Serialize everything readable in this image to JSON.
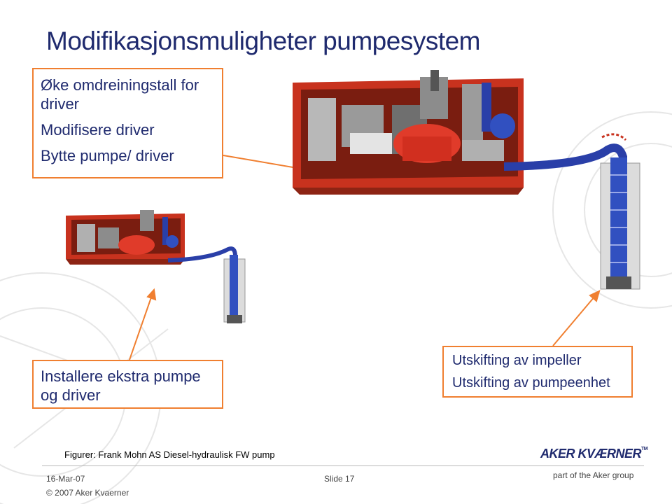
{
  "slide": {
    "title": "Modifikasjonsmuligheter pumpesystem"
  },
  "callouts": {
    "driver_options": [
      "Øke omdreiningstall for driver",
      "Modifisere driver",
      "Bytte pumpe/ driver"
    ],
    "install": "Installere ekstra pumpe og driver",
    "replace": [
      "Utskifting av impeller",
      "Utskifting av pumpeenhet"
    ]
  },
  "figure_caption": "Figurer: Frank Mohn AS Diesel-hydraulisk FW pump",
  "footer": {
    "date": "16-Mar-07",
    "slide_number": "Slide 17",
    "copyright": "© 2007 Aker Kvaerner",
    "group": "part of the Aker group",
    "logo": "AKER KVÆRNER",
    "logo_tm": "TM"
  },
  "colors": {
    "title": "#1f2a6e",
    "callout_border": "#f07f30",
    "container": "#c8321e",
    "pipe": "#2a3fa8"
  }
}
